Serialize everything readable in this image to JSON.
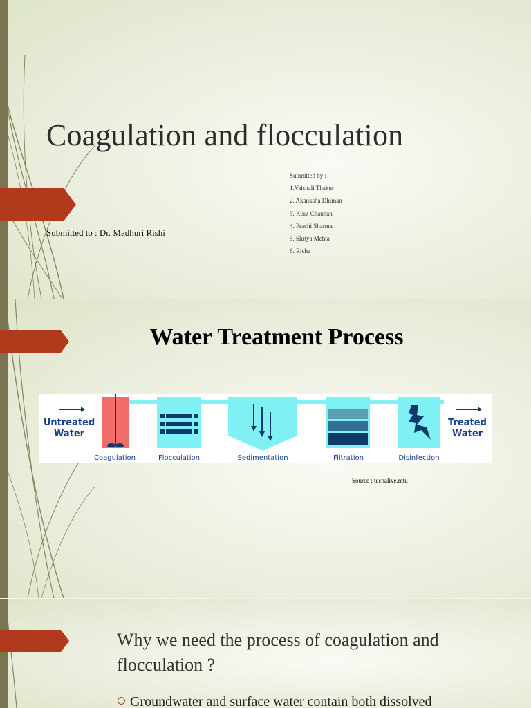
{
  "slide1": {
    "title": "Coagulation and flocculation",
    "submitted_to": "Submitted to : Dr. Madhuri Rishi",
    "submitted_by_heading": "Submitted by :",
    "members": [
      "1.Vaishali Thakur",
      "2. Akanksha Dhiman",
      "3. Kirat Chauhan",
      "4. Prachi Sharma",
      "5. Shriya Mehta",
      "6. Richa"
    ]
  },
  "slide2": {
    "title": "Water Treatment Process",
    "diagram": {
      "start_label": [
        "Untreated",
        "Water"
      ],
      "end_label": [
        "Treated",
        "Water"
      ],
      "stages": [
        "Coagulation",
        "Flocculation",
        "Sedimentation",
        "Filtration",
        "Disinfection"
      ]
    },
    "source": "Source : techalive.mtu"
  },
  "slide3": {
    "title": "Why we need the process of coagulation and flocculation ?",
    "bullet": "Groundwater and surface water contain both dissolved"
  },
  "colors": {
    "accent": "#b13a1c",
    "left_bar": "#7b7450",
    "diagram_cyan": "#7ff0f4",
    "diagram_navy": "#0d3a6b",
    "coagulation_red": "#f26c6c",
    "label_blue": "#1b3f8a"
  }
}
